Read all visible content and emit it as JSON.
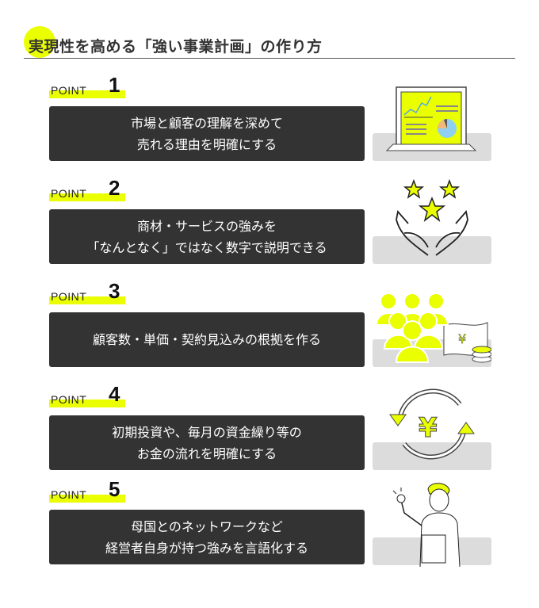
{
  "title": "実現性を高める「強い事業計画」の作り方",
  "points": [
    {
      "label": "POINT",
      "num": "1",
      "lines": [
        "市場と顧客の理解を深めて",
        "売れる理由を明確にする"
      ]
    },
    {
      "label": "POINT",
      "num": "2",
      "lines": [
        "商材・サービスの強みを",
        "「なんとなく」ではなく数字で説明できる"
      ]
    },
    {
      "label": "POINT",
      "num": "3",
      "lines": [
        "顧客数・単価・契約見込みの根拠を作る"
      ]
    },
    {
      "label": "POINT",
      "num": "4",
      "lines": [
        "初期投資や、毎月の資金繰り等の",
        "お金の流れを明確にする"
      ]
    },
    {
      "label": "POINT",
      "num": "5",
      "lines": [
        "母国とのネットワークなど",
        "経営者自身が持つ強みを言語化する"
      ]
    }
  ],
  "colors": {
    "accent": "#eaff00",
    "box": "#333333",
    "panel": "#dcdcdc"
  }
}
